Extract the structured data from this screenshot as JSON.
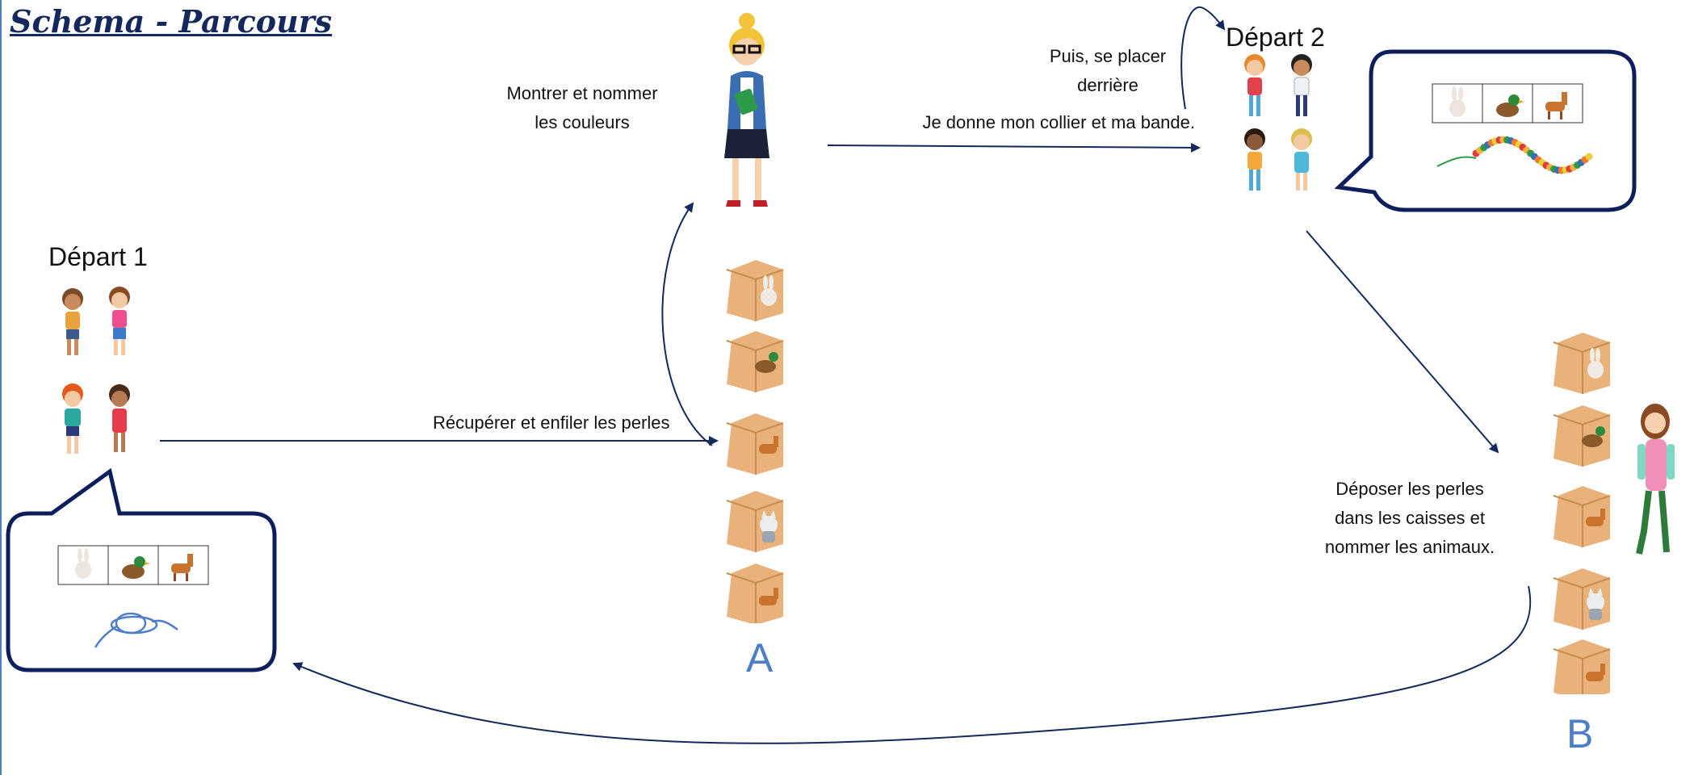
{
  "title": "Schema - Parcours",
  "depart1": "Départ 1",
  "depart2": "Départ 2",
  "label_montrer": "Montrer et nommer\nles couleurs",
  "label_puis": "Puis, se placer\nderrière",
  "label_collier": "Je donne mon collier et ma bande.",
  "label_recuperer": "Récupérer et enfiler les perles",
  "label_deposer": "Déposer les perles\ndans les caisses et\nnommer les animaux.",
  "station_a": "A",
  "station_b": "B",
  "colors": {
    "arrow": "#14285c",
    "bubble": "#0c1f5c",
    "letter": "#4f7ec8",
    "crate": "#e8b27a"
  },
  "icons": [
    "rabbit-icon",
    "duck-icon",
    "horse-icon",
    "cat-icon",
    "teacher-icon",
    "child-icon",
    "necklace-icon",
    "lace-icon"
  ]
}
